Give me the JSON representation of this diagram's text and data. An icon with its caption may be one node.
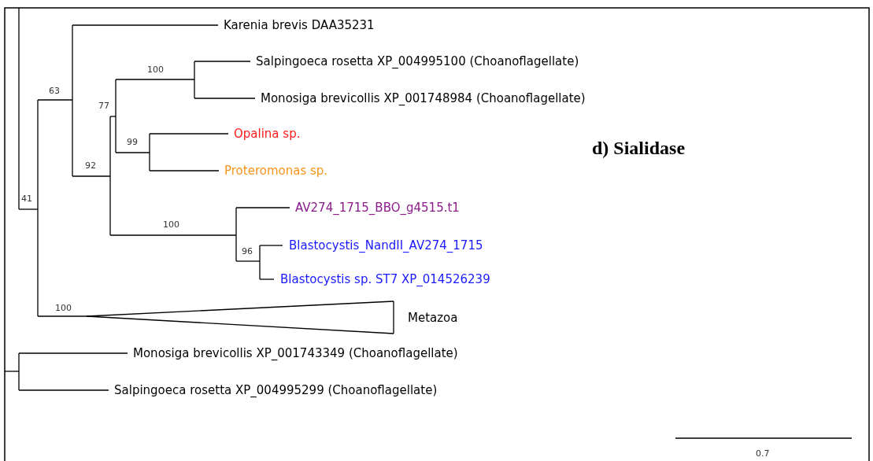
{
  "diagram": {
    "labels": [
      "Karenia brevis DAA35231",
      "63",
      "100",
      "Salpingoeca rosetta XP_004995100 (Choanoflagellate)",
      "77",
      "Monosiga brevicollis XP_001748984 (Choanoflagellate)",
      "Opalina sp.",
      "99",
      "d) Sialidase",
      "92",
      "Proteromonas sp.",
      "AV274_1715_BBO_g4515.t1",
      "41",
      "100",
      "96",
      "Blastocystis_NandII_AV274_1715",
      "Blastocystis sp. ST7 XP_014526239",
      "100",
      "Metazoa",
      "Monosiga brevicollis XP_001743349 (Choanoflagellate)",
      "Salpingoeca rosetta XP_004995299 (Choanoflagellate)",
      "0.7"
    ]
  }
}
